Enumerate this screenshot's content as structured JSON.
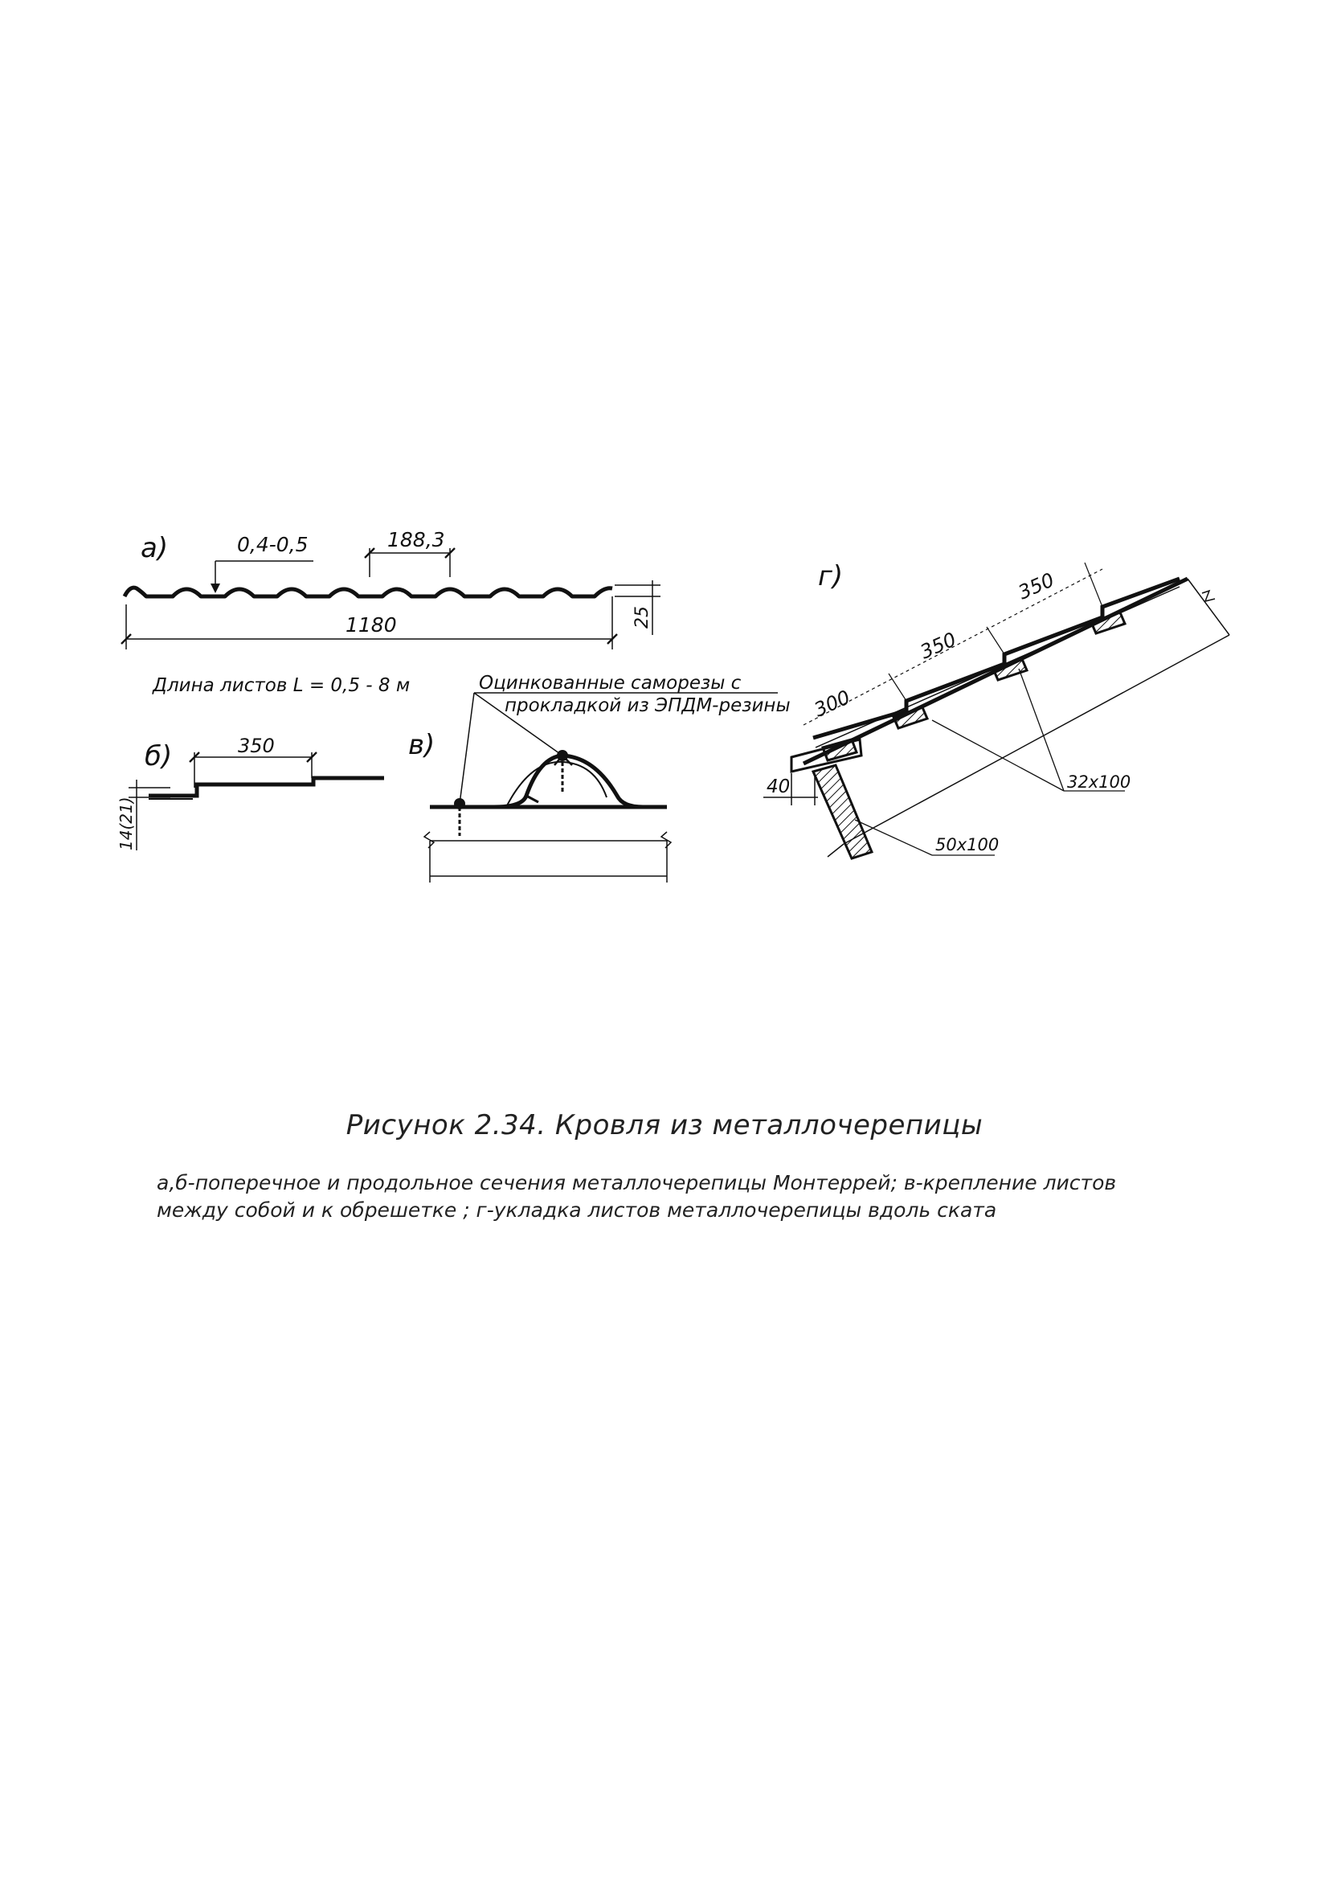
{
  "panel_a": {
    "label": "а)",
    "thickness": "0,4-0,5",
    "wave_pitch": "188,3",
    "width": "1180",
    "height": "25",
    "length_note": "Длина листов L = 0,5 - 8 м"
  },
  "panel_b": {
    "label": "б)",
    "step": "350",
    "height": "14(21)"
  },
  "panel_v": {
    "label": "в)",
    "fastener_note_line1": "Оцинкованные саморезы с",
    "fastener_note_line2": "прокладкой из ЭПДМ-резины"
  },
  "panel_g": {
    "label": "г)",
    "dim_first": "300",
    "dim_second": "350",
    "dim_third": "350",
    "overhang": "40",
    "batten": "32х100",
    "rafter": "50х100"
  },
  "caption": {
    "title": "Рисунок 2.34. Кровля из металлочерепицы",
    "line1": "а,б-поперечное и продольное сечения металлочерепицы Монтеррей;    в-крепление листов",
    "line2": "между собой и к обрешетке ; г-укладка листов металлочерепицы вдоль ската"
  }
}
